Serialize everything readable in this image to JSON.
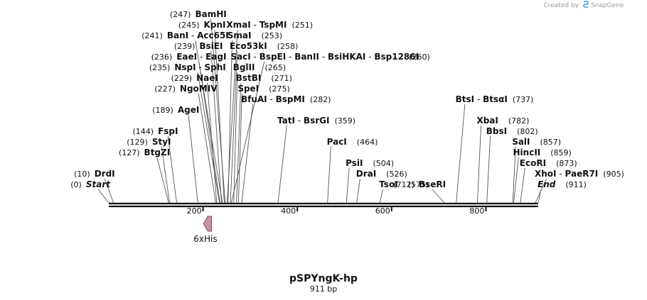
{
  "app": {
    "credit_prefix": "Created by",
    "credit_brand": "SnapGene",
    "brand_color": "#2a9bd8"
  },
  "sequence": {
    "name": "pSPYngK-hp",
    "length_label": "911 bp",
    "length": 911,
    "axis_ticks": [
      200,
      400,
      600,
      800
    ],
    "backbone_color": "#111111"
  },
  "features": [
    {
      "name": "6xHis",
      "start": 201,
      "end": 218,
      "direction": "reverse",
      "color": "#c98fa6",
      "icon": "feature-arrow-left-icon"
    }
  ],
  "sites": [
    {
      "label_parts": [
        {
          "text": "Start",
          "italic": true
        }
      ],
      "pos": "(0)",
      "bp": 0,
      "side": "left",
      "row": 0
    },
    {
      "label_parts": [
        {
          "text": "DrdI"
        }
      ],
      "pos": "(10)",
      "bp": 10,
      "side": "left",
      "row": 1
    },
    {
      "label_parts": [
        {
          "text": "BtgZI"
        }
      ],
      "pos": "(127)",
      "bp": 127,
      "side": "left",
      "row": 3
    },
    {
      "label_parts": [
        {
          "text": "StyI"
        }
      ],
      "pos": "(129)",
      "bp": 129,
      "side": "left",
      "row": 4
    },
    {
      "label_parts": [
        {
          "text": "FspI"
        }
      ],
      "pos": "(144)",
      "bp": 144,
      "side": "left",
      "row": 5
    },
    {
      "label_parts": [
        {
          "text": "AgeI"
        }
      ],
      "pos": "(189)",
      "bp": 189,
      "side": "left",
      "row": 7
    },
    {
      "label_parts": [
        {
          "text": "NgoMIV"
        }
      ],
      "pos": "(227)",
      "bp": 227,
      "side": "left",
      "row": 9
    },
    {
      "label_parts": [
        {
          "text": "NaeI"
        }
      ],
      "pos": "(229)",
      "bp": 229,
      "side": "left",
      "row": 10
    },
    {
      "label_parts": [
        {
          "text": "NspI"
        },
        {
          "text": " - "
        },
        {
          "text": "SphI"
        }
      ],
      "pos": "(235)",
      "bp": 235,
      "side": "left",
      "row": 11
    },
    {
      "label_parts": [
        {
          "text": "EaeI"
        },
        {
          "text": " - "
        },
        {
          "text": "EagI"
        }
      ],
      "pos": "(236)",
      "bp": 236,
      "side": "left",
      "row": 12
    },
    {
      "label_parts": [
        {
          "text": "BsiEI"
        }
      ],
      "pos": "(239)",
      "bp": 239,
      "side": "left",
      "row": 13
    },
    {
      "label_parts": [
        {
          "text": "BanI"
        },
        {
          "text": " - "
        },
        {
          "text": "Acc65I"
        }
      ],
      "pos": "(241)",
      "bp": 241,
      "side": "left",
      "row": 14
    },
    {
      "label_parts": [
        {
          "text": "KpnI"
        }
      ],
      "pos": "(245)",
      "bp": 245,
      "side": "left",
      "row": 15
    },
    {
      "label_parts": [
        {
          "text": "BamHI"
        }
      ],
      "pos": "(247)",
      "bp": 247,
      "side": "left",
      "row": 16
    },
    {
      "label_parts": [
        {
          "text": "XmaI"
        },
        {
          "text": " - "
        },
        {
          "text": "TspMI"
        }
      ],
      "pos": "(251)",
      "bp": 251,
      "side": "right",
      "row": 15
    },
    {
      "label_parts": [
        {
          "text": "SmaI"
        }
      ],
      "pos": "(253)",
      "bp": 253,
      "side": "right",
      "row": 14
    },
    {
      "label_parts": [
        {
          "text": "Eco53kI"
        }
      ],
      "pos": "(258)",
      "bp": 258,
      "side": "right",
      "row": 13
    },
    {
      "label_parts": [
        {
          "text": "SacI"
        },
        {
          "text": " - "
        },
        {
          "text": "BspEI"
        },
        {
          "text": " - "
        },
        {
          "text": "BanII"
        },
        {
          "text": " - "
        },
        {
          "text": "BsiHKAI"
        },
        {
          "text": " - "
        },
        {
          "text": "Bsp1286I"
        }
      ],
      "pos": "(260)",
      "bp": 260,
      "side": "right",
      "row": 12
    },
    {
      "label_parts": [
        {
          "text": "BglII"
        }
      ],
      "pos": "(265)",
      "bp": 265,
      "side": "right",
      "row": 11
    },
    {
      "label_parts": [
        {
          "text": "BstBI"
        }
      ],
      "pos": "(271)",
      "bp": 271,
      "side": "right",
      "row": 10
    },
    {
      "label_parts": [
        {
          "text": "SpeI"
        }
      ],
      "pos": "(275)",
      "bp": 275,
      "side": "right",
      "row": 9
    },
    {
      "label_parts": [
        {
          "text": "BfuAI"
        },
        {
          "text": " - "
        },
        {
          "text": "BspMI"
        }
      ],
      "pos": "(282)",
      "bp": 282,
      "side": "right",
      "row": 8
    },
    {
      "label_parts": [
        {
          "text": "TatI"
        },
        {
          "text": " - "
        },
        {
          "text": "BsrGI"
        }
      ],
      "pos": "(359)",
      "bp": 359,
      "side": "right",
      "row": 6
    },
    {
      "label_parts": [
        {
          "text": "PacI"
        }
      ],
      "pos": "(464)",
      "bp": 464,
      "side": "right",
      "row": 4
    },
    {
      "label_parts": [
        {
          "text": "PsiI"
        }
      ],
      "pos": "(504)",
      "bp": 504,
      "side": "right",
      "row": 2
    },
    {
      "label_parts": [
        {
          "text": "DraI"
        }
      ],
      "pos": "(526)",
      "bp": 526,
      "side": "right",
      "row": 1
    },
    {
      "label_parts": [
        {
          "text": "TsoI"
        }
      ],
      "pos": "(575)",
      "bp": 575,
      "side": "right",
      "row": 0
    },
    {
      "label_parts": [
        {
          "text": "BseRI"
        }
      ],
      "pos": "(712)",
      "bp": 712,
      "side": "left",
      "row": 0
    },
    {
      "label_parts": [
        {
          "text": "BtsI"
        },
        {
          "text": " - "
        },
        {
          "text": "BtsαI"
        }
      ],
      "pos": "(737)",
      "bp": 737,
      "side": "right",
      "row": 8
    },
    {
      "label_parts": [
        {
          "text": "XbaI"
        }
      ],
      "pos": "(782)",
      "bp": 782,
      "side": "right",
      "row": 6
    },
    {
      "label_parts": [
        {
          "text": "BbsI"
        }
      ],
      "pos": "(802)",
      "bp": 802,
      "side": "right",
      "row": 5
    },
    {
      "label_parts": [
        {
          "text": "SalI"
        }
      ],
      "pos": "(857)",
      "bp": 857,
      "side": "right",
      "row": 4
    },
    {
      "label_parts": [
        {
          "text": "HincII"
        }
      ],
      "pos": "(859)",
      "bp": 859,
      "side": "right",
      "row": 3
    },
    {
      "label_parts": [
        {
          "text": "EcoRI"
        }
      ],
      "pos": "(873)",
      "bp": 873,
      "side": "right",
      "row": 2
    },
    {
      "label_parts": [
        {
          "text": "XhoI"
        },
        {
          "text": " - "
        },
        {
          "text": "PaeR7I"
        }
      ],
      "pos": "(905)",
      "bp": 905,
      "side": "right",
      "row": 1
    },
    {
      "label_parts": [
        {
          "text": "End",
          "italic": true
        }
      ],
      "pos": "(911)",
      "bp": 911,
      "side": "right",
      "row": 0
    }
  ]
}
